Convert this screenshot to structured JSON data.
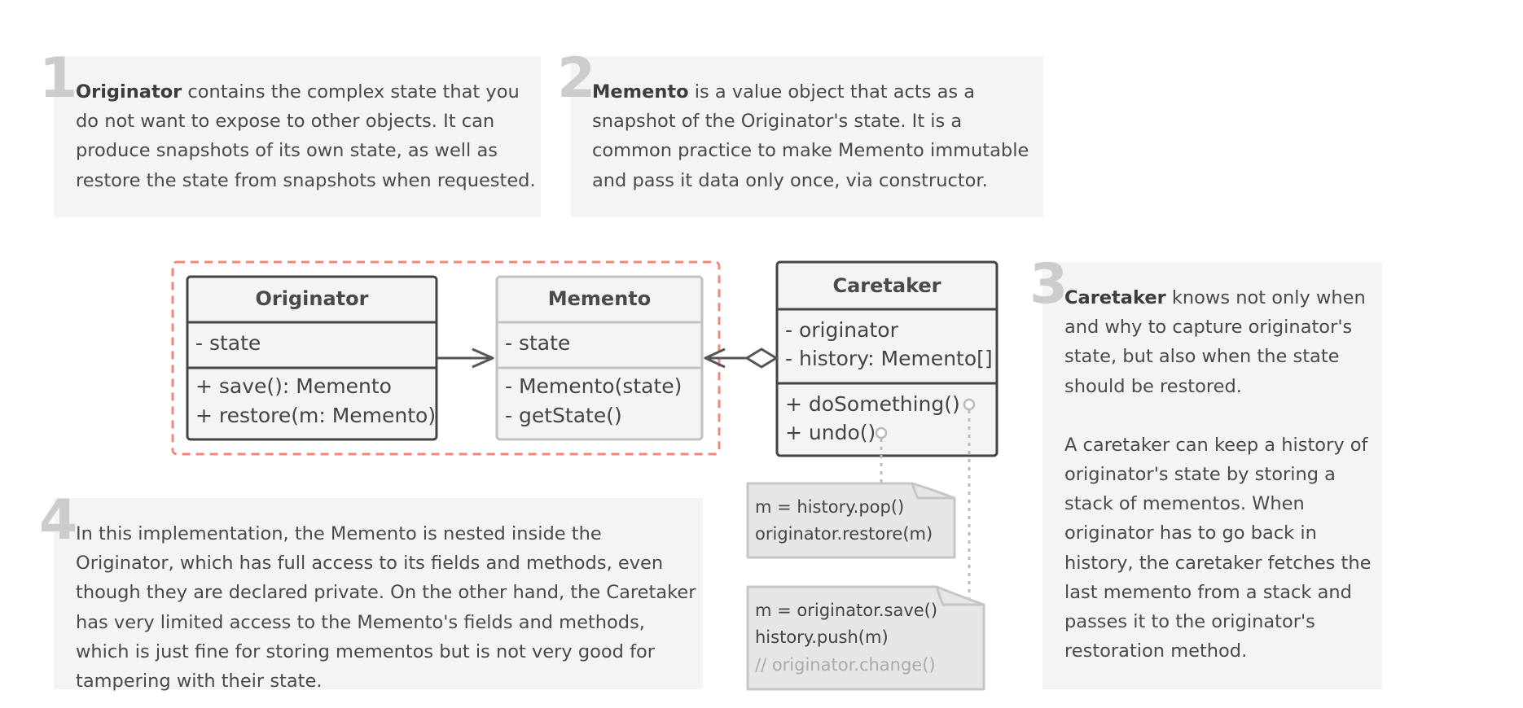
{
  "notes": [
    {
      "number": "1",
      "lead": "Originator",
      "text": " contains the complex state that you do not want to expose to other objects. It can produce snapshots of its own state, as well as restore the state from snapshots when requested."
    },
    {
      "number": "2",
      "lead": "Memento",
      "text": " is a value object that acts as a snapshot of the Originator's state. It is a common practice to make Memento immutable and pass it data only once, via constructor."
    },
    {
      "number": "3",
      "lead": "Caretaker",
      "text": " knows not only when and why to capture originator's state, but also when the state should be restored.",
      "text2": "A caretaker can keep a history of originator's state by storing a stack of mementos. When originator has to go back in history, the caretaker fetches the last memento from a stack and passes it to the originator's restoration method."
    },
    {
      "number": "4",
      "text": "In this implementation, the Memento is nested inside the Originator, which has full access to its fields and methods, even though they are declared private. On the other hand, the Caretaker has very limited access to the Memento's fields and methods, which is just fine for storing mementos but is not very good for tampering with their state."
    }
  ],
  "classes": {
    "originator": {
      "name": "Originator",
      "fields": [
        "- state"
      ],
      "methods": [
        "+ save(): Memento",
        "+ restore(m: Memento)"
      ]
    },
    "memento": {
      "name": "Memento",
      "fields": [
        "- state"
      ],
      "methods": [
        "- Memento(state)",
        "- getState()"
      ]
    },
    "caretaker": {
      "name": "Caretaker",
      "fields": [
        "- originator",
        "- history: Memento[]"
      ],
      "methods": [
        "+ doSomething()",
        "+ undo()"
      ]
    }
  },
  "code_notes": {
    "undo": [
      "m = history.pop()",
      "originator.restore(m)"
    ],
    "do_something": [
      "m = originator.save()",
      "history.push(m)"
    ],
    "do_something_comment": "// originator.change()"
  },
  "colors": {
    "dashed_group_border": "#f5877a",
    "note_background": "#f4f4f4",
    "number": "#cccccc"
  }
}
